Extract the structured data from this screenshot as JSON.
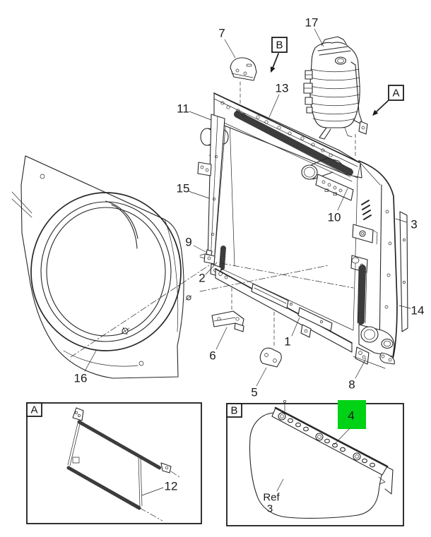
{
  "colors": {
    "background": "#ffffff",
    "line": "#272727",
    "highlight_green": "#00d215",
    "highlight_label": "#0e3a00"
  },
  "main_view": {
    "callouts": {
      "1": "1",
      "2": "2",
      "3": "3",
      "5": "5",
      "6": "6",
      "7": "7",
      "8": "8",
      "9": "9",
      "10": "10",
      "11": "11",
      "13": "13",
      "14": "14",
      "15": "15",
      "16": "16",
      "17": "17"
    },
    "view_markers": {
      "a": "A",
      "b": "B"
    }
  },
  "inset_a": {
    "marker": "A",
    "callout": "12"
  },
  "inset_b": {
    "marker": "B",
    "highlight_callout": "4",
    "ref_label": "Ref",
    "ref_value": "3"
  }
}
